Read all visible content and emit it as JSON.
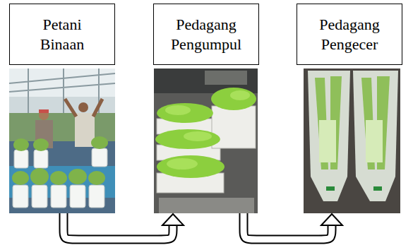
{
  "diagram": {
    "nodes": [
      {
        "text": [
          "Petani Binaan"
        ]
      },
      {
        "text": [
          "Pedagang Pengumpul"
        ]
      },
      {
        "text": [
          "Pedagang Pengecer"
        ]
      }
    ],
    "edges": [
      {
        "from": 0,
        "to": 1,
        "arrow": "to"
      },
      {
        "from": 1,
        "to": 2,
        "arrow": "to"
      }
    ]
  }
}
